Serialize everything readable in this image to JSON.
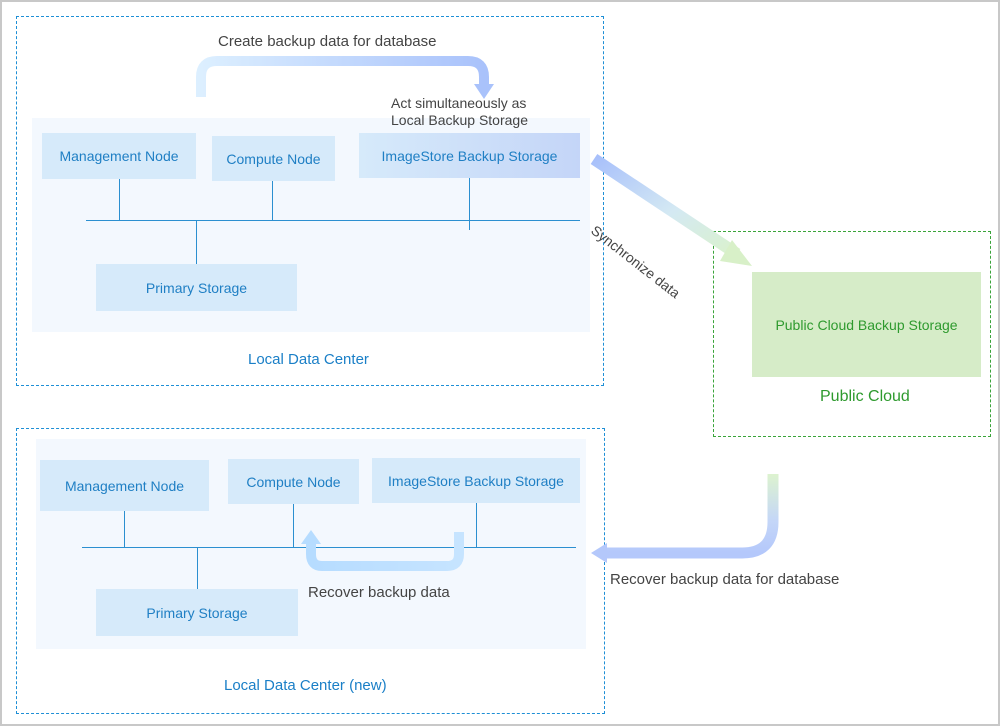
{
  "local_dc": {
    "nodes": {
      "management": "Management Node",
      "compute": "Compute Node",
      "imagestore": "ImageStore Backup Storage",
      "primary": "Primary Storage"
    },
    "caption": "Local Data Center",
    "arrow_label": "Create backup data for database",
    "note_line1": "Act simultaneously as",
    "note_line2": "Local Backup Storage"
  },
  "public_cloud": {
    "storage": "Public Cloud Backup Storage",
    "caption": "Public Cloud"
  },
  "sync_label": "Synchronize data",
  "recover_db_label": "Recover backup data for database",
  "new_dc": {
    "nodes": {
      "management": "Management Node",
      "compute": "Compute Node",
      "imagestore": "ImageStore Backup Storage",
      "primary": "Primary Storage"
    },
    "caption": "Local Data Center (new)",
    "arrow_label": "Recover backup data"
  },
  "colors": {
    "accent_blue": "#1f7fc4",
    "node_fill": "#d6eafa",
    "panel_fill": "#f3f8fe",
    "cloud_green": "#2e9a2e",
    "cloud_fill": "#d6ecc8"
  }
}
